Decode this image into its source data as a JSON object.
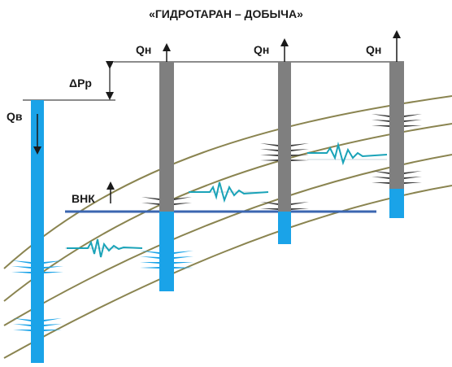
{
  "title": "«ГИДРОТАРАН – ДОБЫЧА»",
  "injection_label": "Qв",
  "pressure_label": "ΔPp",
  "owc_label": "ВНК",
  "producer_labels": [
    "Qн",
    "Qн",
    "Qн"
  ],
  "colors": {
    "water": "#1aa3e8",
    "oil": "#7f7f7f",
    "owc_line": "#3b66b0",
    "strata": "#8a8450",
    "wave": "#1aa3b8",
    "perforation": "#3d3d3d",
    "perforation_water": "#1aa3e8"
  },
  "icons": [
    "up-arrow-icon",
    "down-arrow-icon"
  ]
}
